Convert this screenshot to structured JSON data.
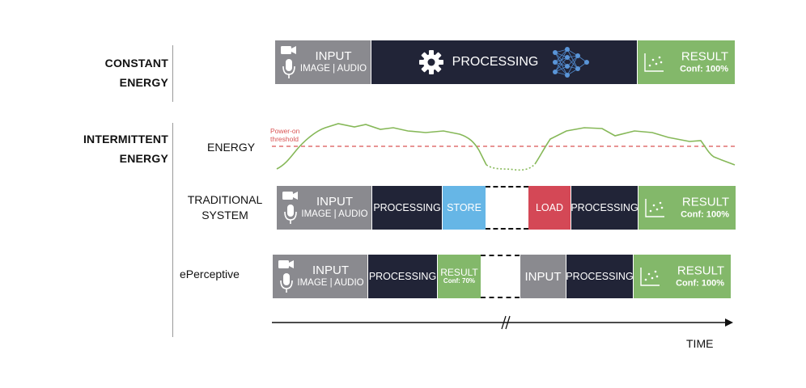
{
  "sections": {
    "constant_l1": "CONSTANT",
    "constant_l2": "ENERGY",
    "intermittent_l1": "INTERMITTENT",
    "intermittent_l2": "ENERGY"
  },
  "rows": {
    "energy": "ENERGY",
    "traditional_l1": "TRADITIONAL",
    "traditional_l2": "SYSTEM",
    "eperceptive": "ePerceptive"
  },
  "threshold": {
    "l1": "Power-on",
    "l2": "threshold"
  },
  "blocks": {
    "input_title": "INPUT",
    "input_sub": "IMAGE | AUDIO",
    "processing": "PROCESSING",
    "result": "RESULT",
    "conf_full": "Conf: 100%",
    "conf_partial": "Conf: 70%",
    "store": "STORE",
    "load": "LOAD"
  },
  "axis": {
    "time": "TIME"
  },
  "colors": {
    "input": "#8a8a8f",
    "processing": "#212437",
    "result": "#83b86a",
    "store": "#66b6e6",
    "load": "#d44856",
    "energy_curve": "#86b858",
    "threshold_line": "#d95454"
  },
  "icons": [
    "camera-icon",
    "microphone-icon",
    "gear-icon",
    "neural-network-icon",
    "scatter-chart-icon"
  ]
}
